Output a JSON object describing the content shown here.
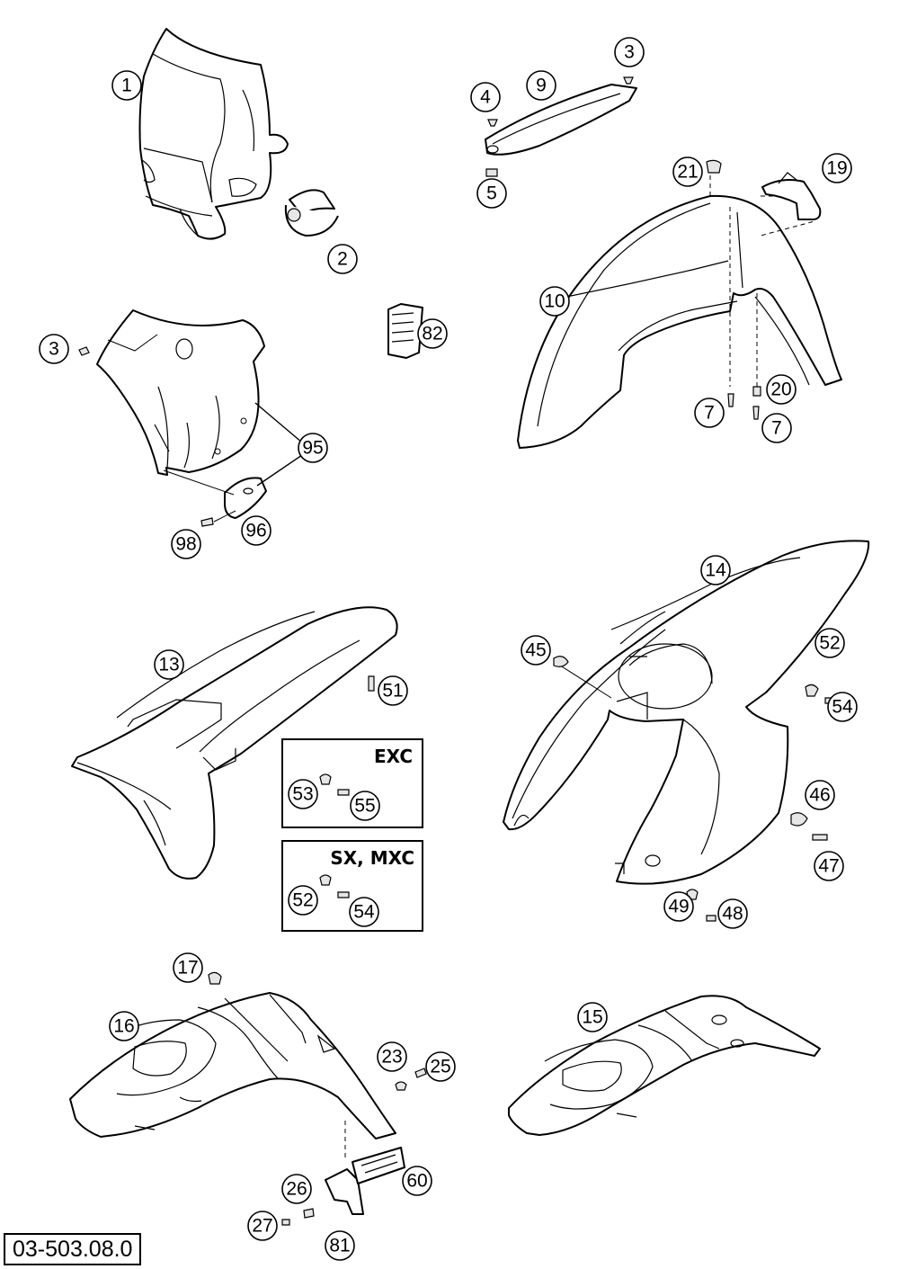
{
  "diagram": {
    "drawing_number": "03-503.08.0",
    "variant_boxes": [
      {
        "label": "EXC",
        "callouts": [
          "53",
          "55"
        ]
      },
      {
        "label": "SX, MXC",
        "callouts": [
          "52",
          "54"
        ]
      }
    ],
    "callouts": [
      "1",
      "2",
      "3",
      "4",
      "5",
      "7",
      "9",
      "10",
      "13",
      "14",
      "15",
      "16",
      "17",
      "19",
      "20",
      "21",
      "23",
      "25",
      "26",
      "27",
      "45",
      "46",
      "47",
      "48",
      "49",
      "51",
      "52",
      "53",
      "54",
      "55",
      "60",
      "81",
      "82",
      "95",
      "96",
      "98"
    ]
  }
}
